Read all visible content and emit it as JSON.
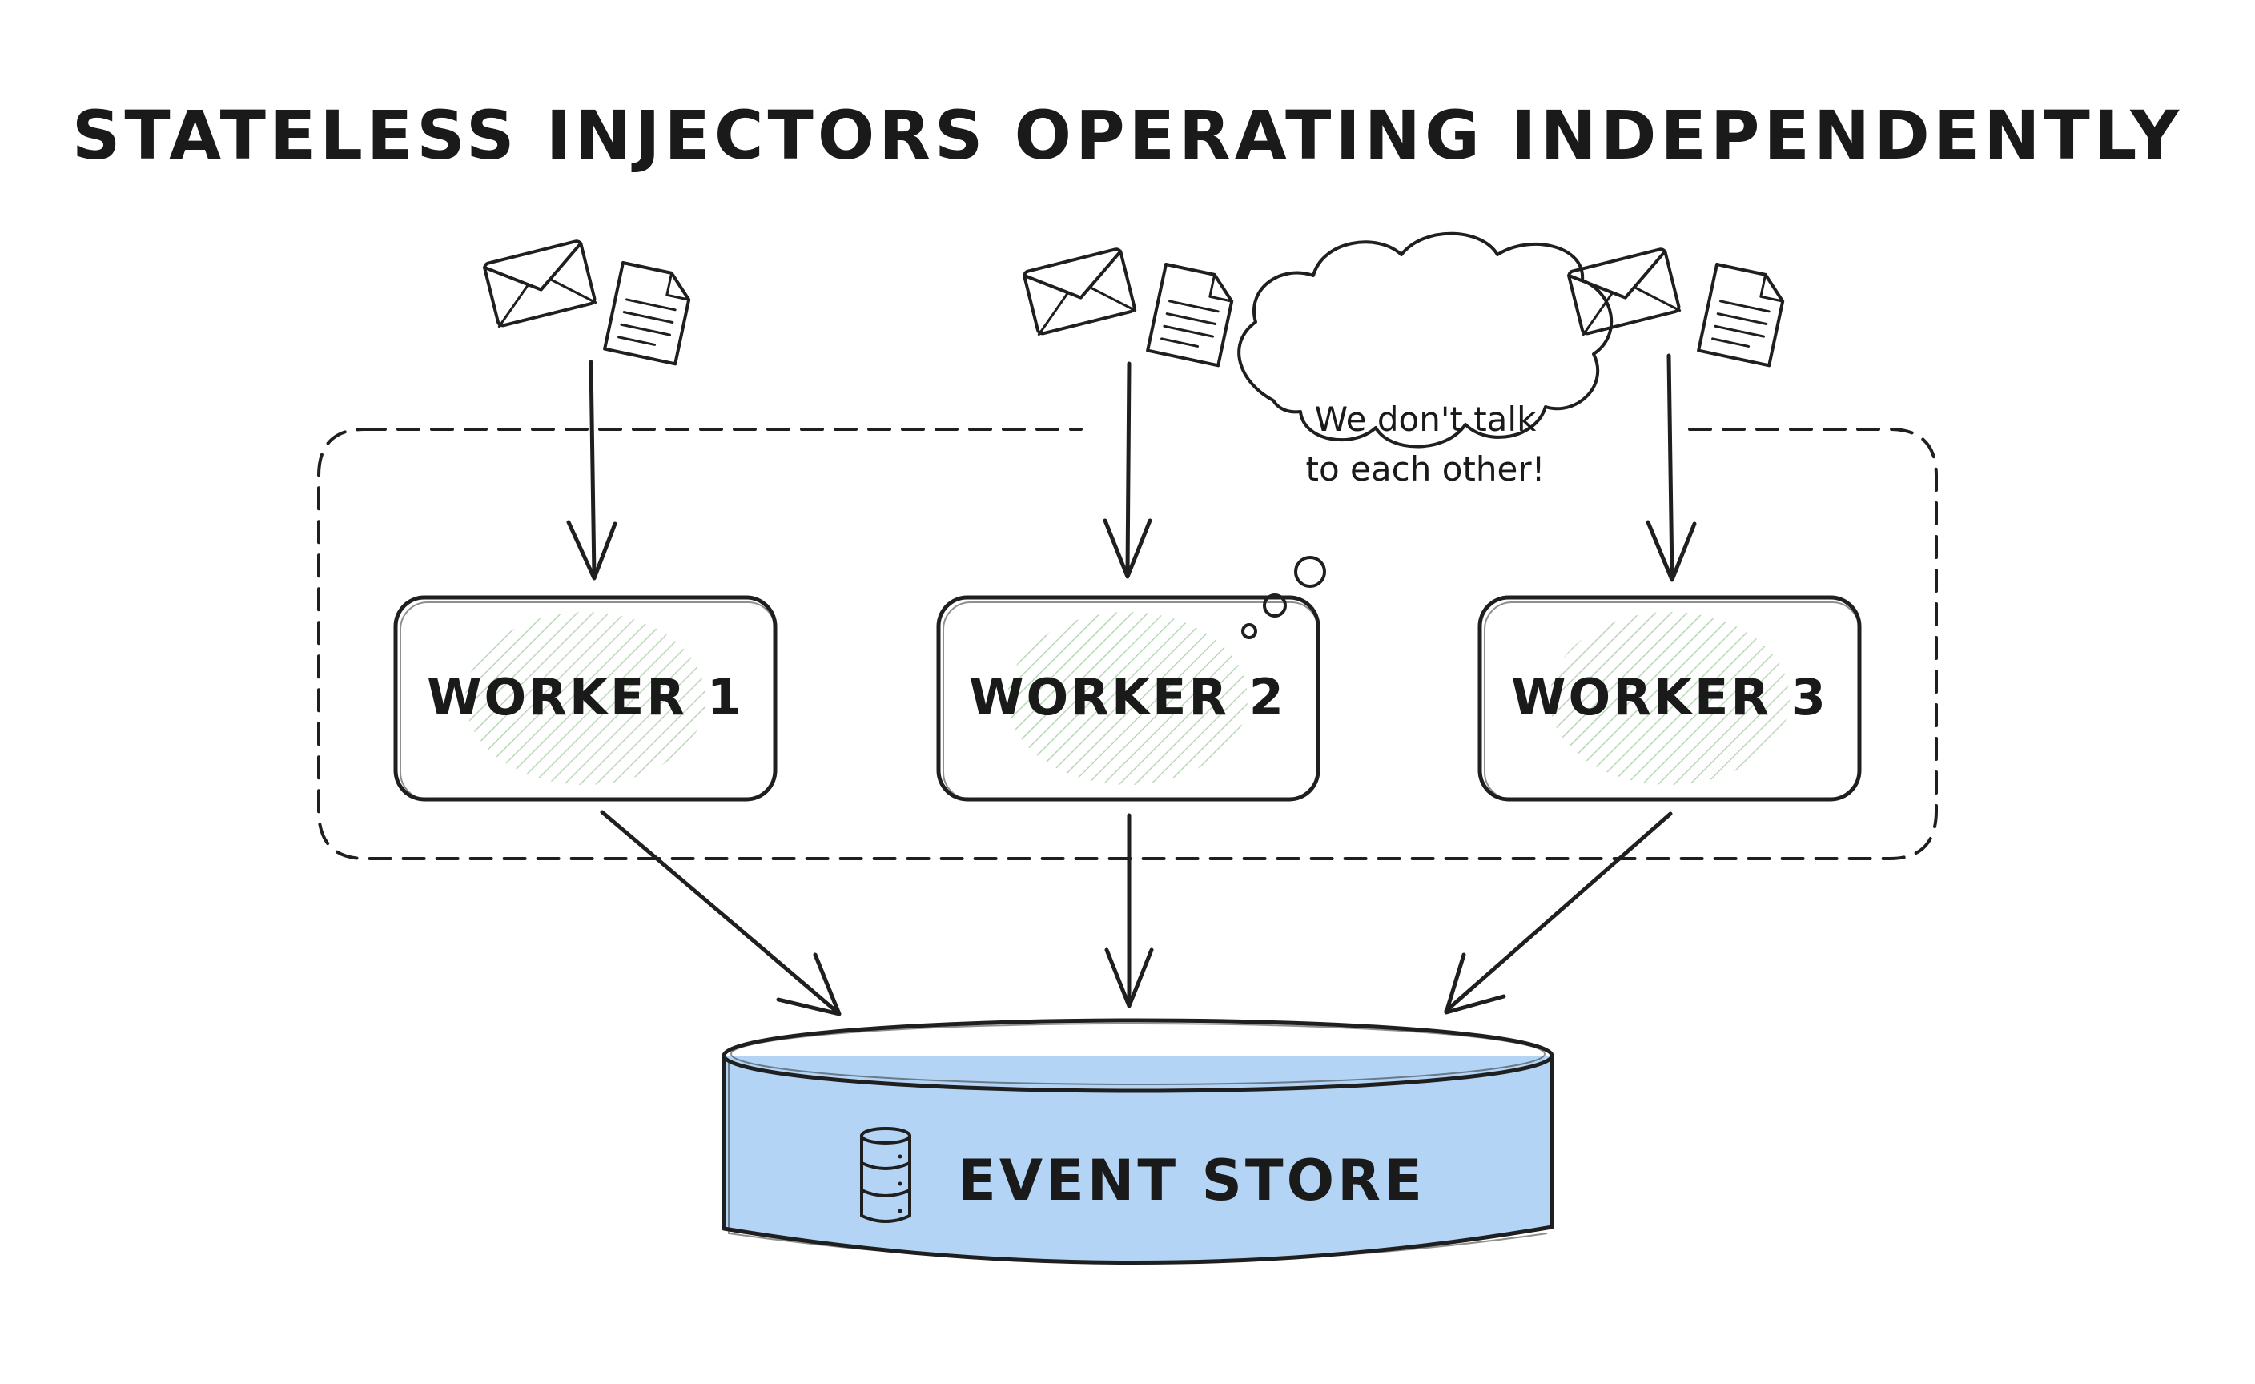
{
  "diagram": {
    "title": "STATELESS INJECTORS OPERATING INDEPENDENTLY",
    "workers": [
      {
        "label": "WORKER 1"
      },
      {
        "label": "WORKER 2"
      },
      {
        "label": "WORKER 3"
      }
    ],
    "thought_bubble": {
      "line1": "We don't talk",
      "line2": "to each other!"
    },
    "store": {
      "label": "EVENT STORE"
    },
    "colors": {
      "worker_fill": "#cfe9c8",
      "worker_stroke": "#1f1f1f",
      "store_fill": "#b3d4f5",
      "store_rim": "#a9cdf2",
      "ink": "#1f1f1f"
    },
    "icons": [
      "envelope-icon",
      "document-icon",
      "database-icon"
    ]
  }
}
